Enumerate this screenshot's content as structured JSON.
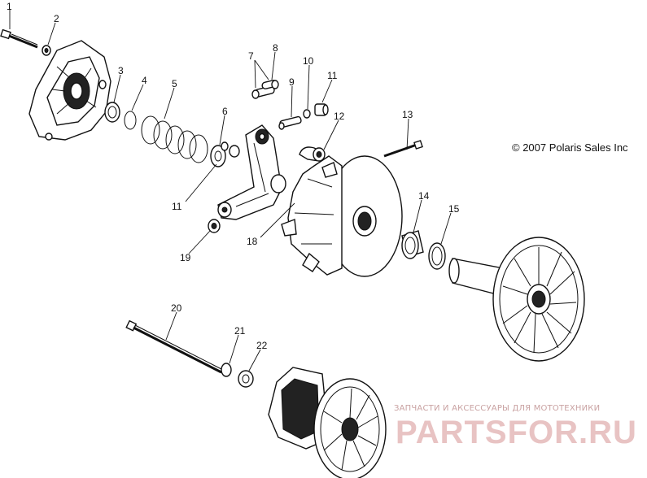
{
  "copyright": "© 2007 Polaris Sales Inc",
  "watermark": {
    "tagline": "ЗАПЧАСТИ И АКСЕССУАРЫ ДЛЯ МОТОТЕХНИКИ",
    "brand": "PARTSFOR.RU"
  },
  "callouts": [
    "1",
    "2",
    "3",
    "4",
    "5",
    "6",
    "7",
    "8",
    "9",
    "10",
    "11",
    "11",
    "12",
    "13",
    "14",
    "15",
    "18",
    "19",
    "20",
    "21",
    "22"
  ]
}
